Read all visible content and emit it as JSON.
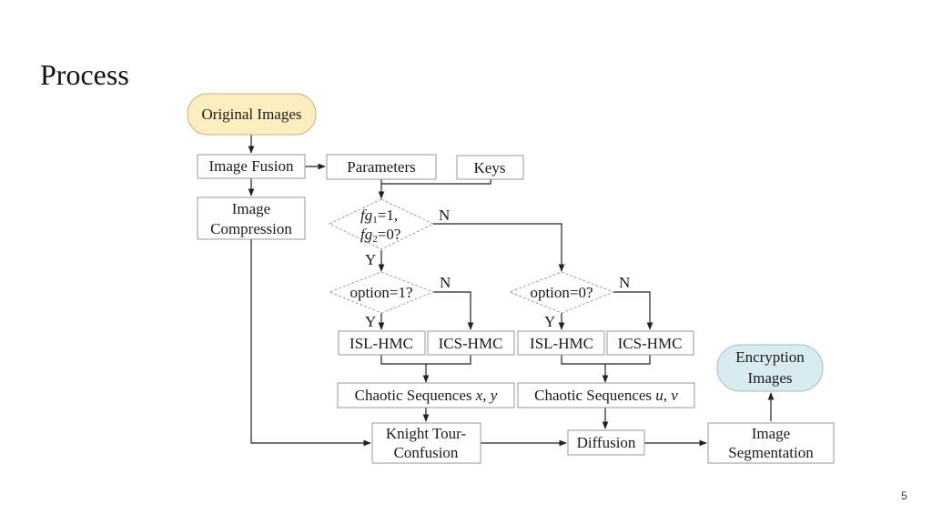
{
  "slide": {
    "title": "Process",
    "page_number": "5"
  },
  "flowchart": {
    "original_images": "Original Images",
    "image_fusion": "Image Fusion",
    "parameters": "Parameters",
    "keys": "Keys",
    "image_compression_1": "Image",
    "image_compression_2": "Compression",
    "decision_fg_1a": "fg",
    "decision_fg_1b": "1",
    "decision_fg_1c": "=1,",
    "decision_fg_2a": "fg",
    "decision_fg_2b": "2",
    "decision_fg_2c": "=0?",
    "decision_option1": "option=1?",
    "decision_option0": "option=0?",
    "yes": "Y",
    "no": "N",
    "isl_hmc": "ISL-HMC",
    "ics_hmc": "ICS-HMC",
    "chaotic_xy_label": "Chaotic Sequences ",
    "chaotic_xy_vars": "x, y",
    "chaotic_uv_label": "Chaotic Sequences ",
    "chaotic_uv_vars": "u, v",
    "knight_1": "Knight Tour-",
    "knight_2": "Confusion",
    "diffusion": "Diffusion",
    "segmentation_1": "Image",
    "segmentation_2": "Segmentation",
    "encryption_1": "Encryption",
    "encryption_2": "Images",
    "colors": {
      "start_fill": "#fdeebf",
      "end_fill": "#d7ebf1",
      "node_border": "#9a9a9a"
    }
  }
}
